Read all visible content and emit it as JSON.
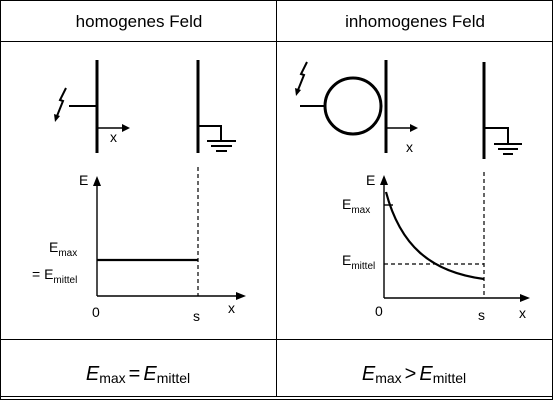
{
  "headers": {
    "left": "homogenes Feld",
    "right": "inhomogenes Feld"
  },
  "left_panel": {
    "electrode_axis_label": "x",
    "plot": {
      "y_axis_label": "E",
      "x_axis_label": "x",
      "origin_label": "0",
      "gap_label": "s",
      "emax_main": "E",
      "emax_sub": "max",
      "emittel_prefix": "= E",
      "emittel_sub": "mittel"
    }
  },
  "right_panel": {
    "electrode_axis_label": "x",
    "plot": {
      "y_axis_label": "E",
      "x_axis_label": "x",
      "origin_label": "0",
      "gap_label": "s",
      "emax_main": "E",
      "emax_sub": "max",
      "emittel_main": "E",
      "emittel_sub": "mittel"
    }
  },
  "formulas": {
    "left": {
      "a": "E",
      "a_sub": "max",
      "op": "=",
      "b": "E",
      "b_sub": "mittel"
    },
    "right": {
      "a": "E",
      "a_sub": "max",
      "op": ">",
      "b": "E",
      "b_sub": "mittel"
    }
  },
  "icons": [
    "lightning-bolt-icon",
    "ground-icon",
    "spherical-electrode-icon"
  ]
}
